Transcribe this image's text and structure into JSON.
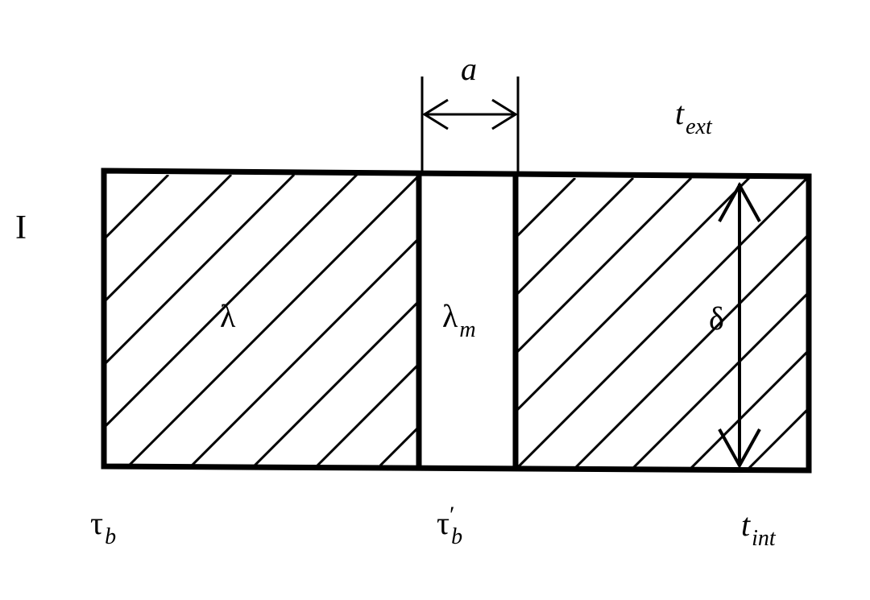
{
  "labels": {
    "roman_one": "I",
    "lambda": "λ",
    "lambda_m": {
      "symbol": "λ",
      "sub": "m"
    },
    "width_a": "a",
    "delta": "δ",
    "t_ext": {
      "symbol": "t",
      "sub": "ext"
    },
    "t_int": {
      "symbol": "t",
      "sub": "int"
    },
    "tau_b": {
      "symbol": "τ",
      "sub": "b"
    },
    "tau_b_prime": {
      "symbol": "τ",
      "prime": "′",
      "sub": "b"
    }
  },
  "colors": {
    "stroke": "#000000",
    "background": "#ffffff"
  }
}
